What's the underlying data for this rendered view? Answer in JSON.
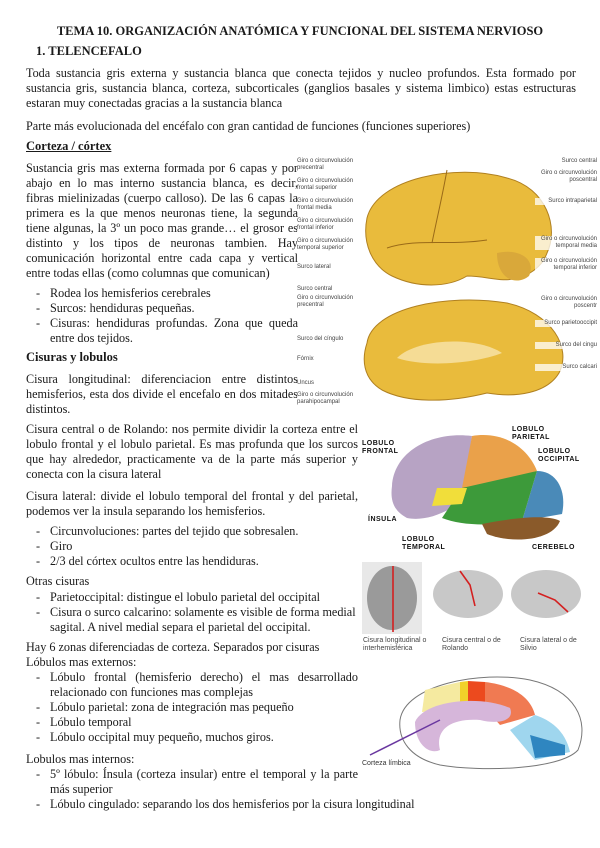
{
  "title": "TEMA 10. ORGANIZACIÓN ANATÓMICA Y FUNCIONAL DEL SISTEMA NERVIOSO",
  "section1": {
    "heading": "1. TELENCEFALO",
    "intro": "Toda sustancia gris externa y sustancia blanca que conecta tejidos y nucleo profundos. Esta formado por sustancia gris, sustancia blanca, corteza, subcorticales (ganglios basales y sistema limbico) estas estructuras estaran muy conectadas gracias a la sustancia blanca",
    "intro2": "Parte más evolucionada del encéfalo con gran cantidad de funciones (funciones superiores)"
  },
  "corteza": {
    "heading": "Corteza / córtex",
    "text": "Sustancia gris mas externa formada por 6 capas y por abajo en lo mas interno sustancia blanca, es decir, fibras mielinizadas (cuerpo calloso). De las 6 capas la primera es la que menos neuronas tiene, la segunda tiene algunas, la 3º un poco mas grande… el grosor es distinto y los tipos de neuronas tambien. Hay comunicación horizontal entre cada capa y vertical entre todas ellas (como columnas que comunican)",
    "bullets": [
      "Rodea los hemisferios cerebrales",
      "Surcos: hendiduras pequeñas.",
      "Cisuras: hendiduras profundas. Zona que queda entre dos tejidos."
    ]
  },
  "cisuras": {
    "heading": "Cisuras y lobulos",
    "longitudinal": "Cisura longitudinal: diferenciacion entre distintos hemisferios, esta dos divide el encefalo en dos mitades distintos.",
    "central": "Cisura central o de Rolando: nos permite dividir la corteza entre el lobulo frontal y el lobulo parietal. Es mas profunda que los surcos que hay alrededor, practicamente va de la parte más superior y conecta con la cisura lateral",
    "lateral": "Cisura lateral: divide el lobulo temporal del frontal y del parietal, podemos ver la insula separando los hemisferios.",
    "bullets": [
      "Circunvoluciones: partes del tejido que sobresalen.",
      "Giro",
      "2/3 del córtex ocultos entre las hendiduras."
    ],
    "otras_label": "Otras cisuras",
    "otras": [
      "Parietoccipital: distingue el lobulo parietal del occipital",
      "Cisura o surco calcarino: solamente es visible de forma medial sagital. A nivel medial separa el parietal del occipital."
    ],
    "zonas": "Hay 6 zonas diferenciadas de corteza. Separados por cisuras",
    "externos_label": "Lóbulos mas externos:",
    "externos": [
      "Lóbulo frontal (hemisferio derecho) el mas desarrollado relacionado con funciones mas complejas",
      "Lóbulo parietal: zona de integración mas pequeño",
      "Lóbulo temporal",
      "Lóbulo occipital muy pequeño, muchos giros."
    ],
    "internos_label": "Lobulos mas internos:",
    "internos": [
      "5º lóbulo: Ínsula (corteza insular) entre el temporal y la parte más superior",
      "Lóbulo cingulado: separando los dos hemisferios por la cisura longitudinal"
    ]
  },
  "figures": {
    "lateral_labels": [
      "Giro o circunvolución precentral",
      "Giro o circunvolución frontal superior",
      "Giro o circunvolución frontal media",
      "Giro o circunvolución frontal inferior",
      "Giro o circunvolución temporal superior",
      "Surco lateral",
      "Surco central",
      "Giro o circunvolución poscentral",
      "Surco intraparietal",
      "Giro o circunvolución temporal media",
      "Giro o circunvolución temporal inferior"
    ],
    "medial_labels": [
      "Surco central",
      "Giro o circunvolución precentral",
      "Surco del cíngulo",
      "Fórnix",
      "Uncus",
      "Giro o circunvolución parahipocampal",
      "Giro o circunvolución poscentr",
      "Surco parietooccipit",
      "Surco del cingu",
      "Surco calcari"
    ],
    "lobes_labels": [
      "LOBULO FRONTAL",
      "LOBULO PARIETAL",
      "LOBULO OCCIPITAL",
      "ÍNSULA",
      "LOBULO TEMPORAL",
      "CEREBELO"
    ],
    "cisura_captions": [
      "Cisura longitudinal o interhemisférica",
      "Cisura central o de Rolando",
      "Cisura lateral o de Silvio"
    ],
    "limbic_label": "Corteza límbica",
    "colors": {
      "brain": "#e9bb3c",
      "frontal": "#b7a3c4",
      "parietal": "#eaa14a",
      "occipital": "#4a8ab8",
      "temporal": "#3d9a3a",
      "insula": "#f1de3a",
      "cerebelo": "#8a5a2a",
      "fissure": "#d42020"
    }
  }
}
